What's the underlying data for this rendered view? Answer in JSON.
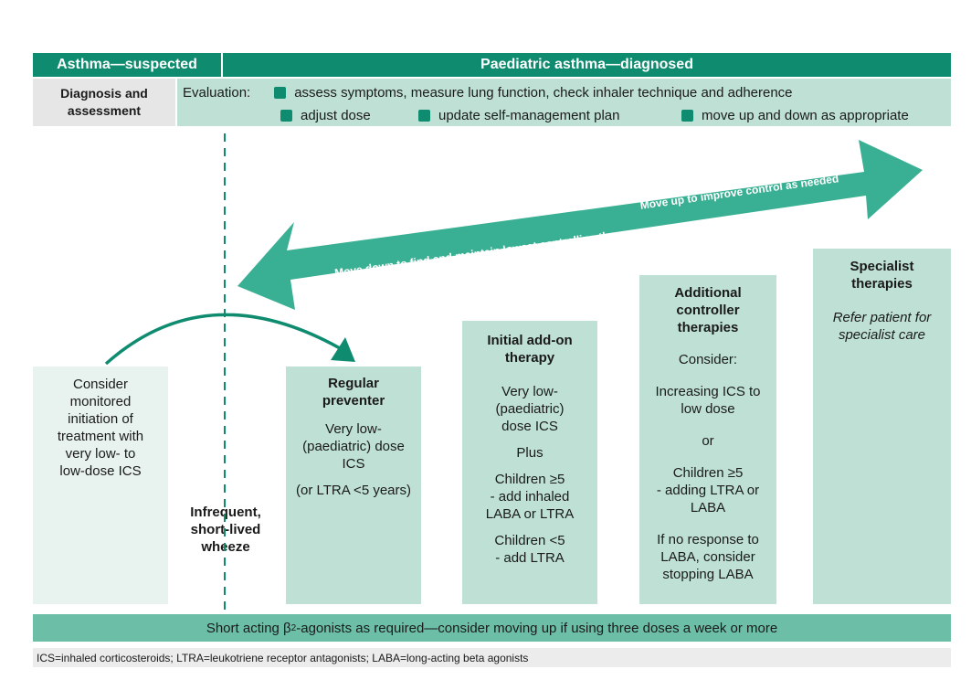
{
  "header": {
    "left_title": "Asthma—suspected",
    "right_title": "Paediatric asthma—diagnosed"
  },
  "diagnosis": {
    "label_line1": "Diagnosis and",
    "label_line2": "assessment"
  },
  "evaluation": {
    "label": "Evaluation:",
    "items": [
      "assess symptoms, measure lung function, check inhaler technique and adherence",
      "adjust dose",
      "update self-management plan",
      "move up and down as appropriate"
    ]
  },
  "arrow": {
    "up_label": "Move up to improve control as needed",
    "down_label": "Move down to find and maintain lowest controlling therapy"
  },
  "steps": {
    "suspected": [
      "Consider",
      "monitored",
      "initiation of",
      "treatment with",
      "very low- to",
      "low-dose ICS"
    ],
    "wheeze": [
      "Infrequent,",
      "short-lived",
      "wheeze"
    ],
    "regular": {
      "title": [
        "Regular",
        "preventer"
      ],
      "body": [
        "Very low-",
        "(paediatric) dose",
        "ICS",
        "(or LTRA <5 years)"
      ]
    },
    "initial": {
      "title": [
        "Initial add-on",
        "therapy"
      ],
      "body": [
        "Very low-",
        "(paediatric)",
        "dose ICS",
        "Plus",
        "Children ≥5",
        "- add inhaled",
        "LABA or LTRA",
        "Children <5",
        "- add LTRA"
      ]
    },
    "additional": {
      "title": [
        "Additional",
        "controller",
        "therapies"
      ],
      "body": [
        "Consider:",
        "Increasing ICS to",
        "low dose",
        "or",
        "Children ≥5",
        "- adding LTRA or",
        "LABA",
        "If no response to",
        "LABA, consider",
        "stopping LABA"
      ]
    },
    "specialist": {
      "title": [
        "Specialist",
        "therapies"
      ],
      "body": [
        "Refer patient for",
        "specialist care"
      ]
    }
  },
  "bottom": {
    "pre": "Short acting β",
    "sub": "2",
    "post": "-agonists as required—consider moving up if using three doses a week or more"
  },
  "footnote": "ICS=inhaled corticosteroids; LTRA=leukotriene receptor antagonists; LABA=long-acting beta agonists",
  "colors": {
    "dark_green": "#0f8b6f",
    "arrow_green": "#39b093",
    "light_green": "#bfe1d5",
    "pale_green": "#e8f3ef"
  }
}
